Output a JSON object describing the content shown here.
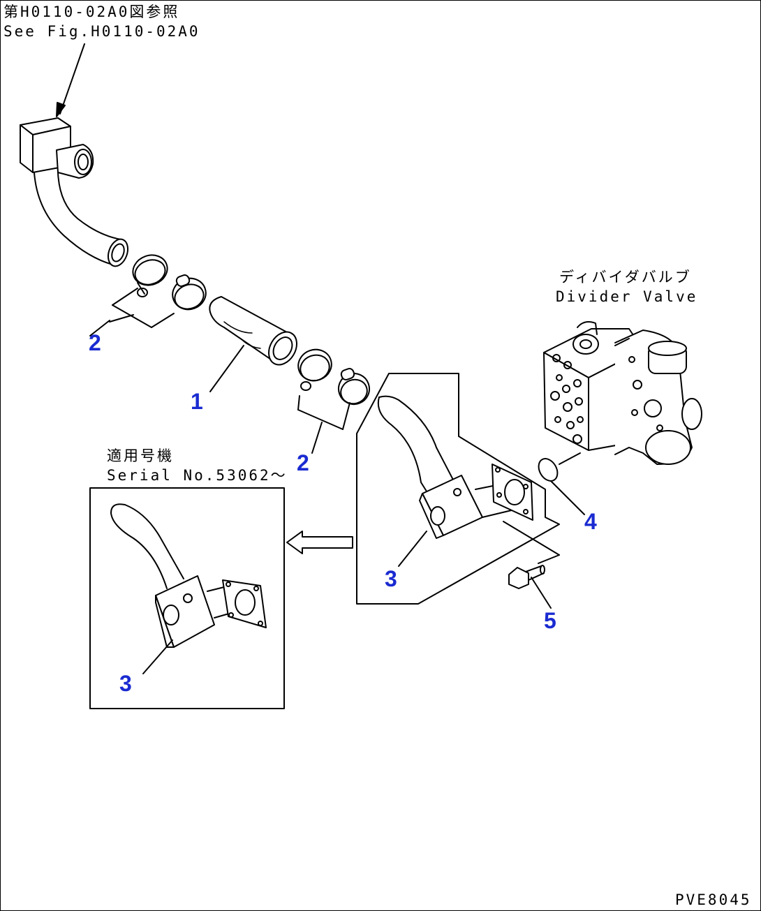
{
  "reference": {
    "jp": "第H0110-02A0図参照",
    "en": "See Fig.H0110-02A0"
  },
  "divider_valve": {
    "jp": "ディバイダバルブ",
    "en": "Divider Valve"
  },
  "inset": {
    "jp": "適用号機",
    "en": "Serial No.53062〜"
  },
  "callouts": [
    "1",
    "2",
    "2",
    "3",
    "3",
    "4",
    "5"
  ],
  "drawing_code": "PVE8045",
  "colors": {
    "line": "#000000",
    "callout": "#1a2bd1"
  }
}
